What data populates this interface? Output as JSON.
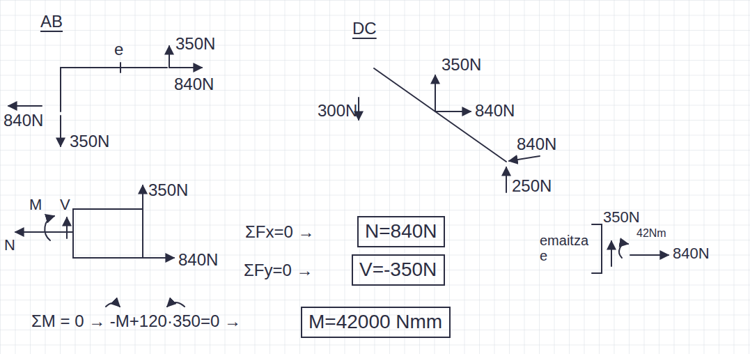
{
  "diagram": {
    "nodes": [
      {
        "text": [
          "N=840N"
        ]
      },
      {
        "text": [
          "V=-350N"
        ]
      },
      {
        "text": [
          "M=42000 Nmm"
        ]
      }
    ],
    "labels": [
      "AB",
      "e",
      "350N",
      "840N",
      "840N",
      "350N",
      "DC",
      "350N",
      "840N",
      "300N",
      "840N",
      "250N",
      "M",
      "V",
      "N",
      "350N",
      "840N",
      "ΣFx=0 →",
      "ΣFy=0 →",
      "ΣM = 0 → -M+120·350=0 →",
      "emaitza e",
      "350N",
      "42Nm",
      "840N"
    ]
  }
}
